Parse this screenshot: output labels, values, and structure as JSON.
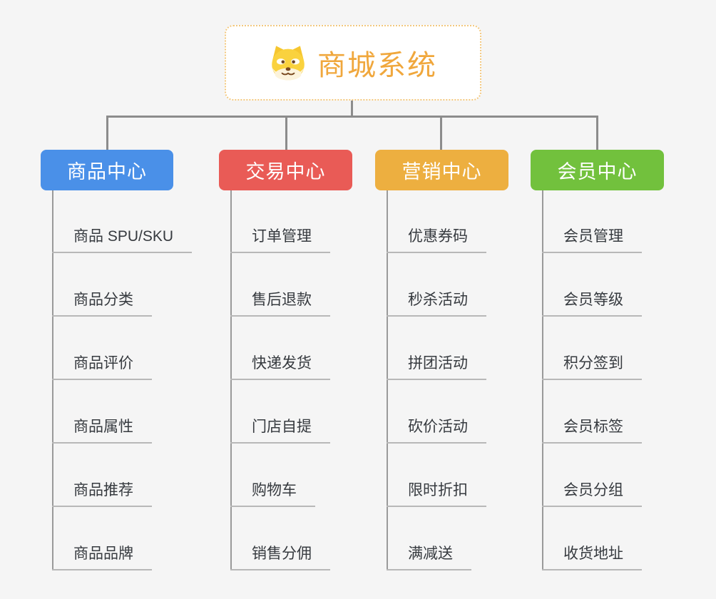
{
  "canvas": {
    "background_color": "#f5f5f5",
    "connector_color": "#8c8c8c",
    "spine_color": "#9a9a9a",
    "underline_color": "#b8b8b8",
    "leaf_text_color": "#363a3f"
  },
  "root": {
    "title": "商城系统",
    "icon": "dog-icon",
    "text_color": "#f0a73c",
    "border_color": "#f3c87e",
    "background_color": "#ffffff"
  },
  "branches": [
    {
      "label": "商品中心",
      "color": "#4a90e8",
      "items": [
        "商品 SPU/SKU",
        "商品分类",
        "商品评价",
        "商品属性",
        "商品推荐",
        "商品品牌"
      ]
    },
    {
      "label": "交易中心",
      "color": "#e95b56",
      "items": [
        "订单管理",
        "售后退款",
        "快递发货",
        "门店自提",
        "购物车",
        "销售分佣"
      ]
    },
    {
      "label": "营销中心",
      "color": "#edaf40",
      "items": [
        "优惠券码",
        "秒杀活动",
        "拼团活动",
        "砍价活动",
        "限时折扣",
        "满减送"
      ]
    },
    {
      "label": "会员中心",
      "color": "#72c13d",
      "items": [
        "会员管理",
        "会员等级",
        "积分签到",
        "会员标签",
        "会员分组",
        "收货地址"
      ]
    }
  ]
}
